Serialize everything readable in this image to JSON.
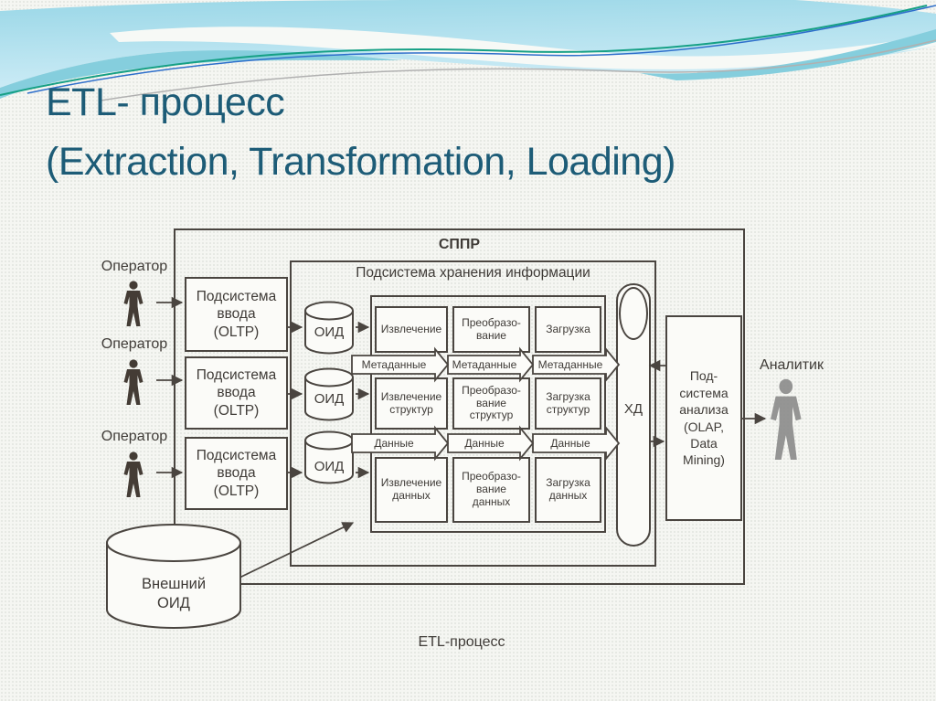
{
  "slide": {
    "title_line1": "ETL- процесс",
    "title_line2": "(Extraction, Transformation, Loading)",
    "caption": "ETL-процесс",
    "colors": {
      "title_text": "#1d5c77",
      "diagram_ink": "#4a4540",
      "wave_light_blue": "#b7e3f0",
      "wave_turquoise": "#85cedd",
      "wave_line_teal": "#16a085",
      "wave_line_blue": "#2e6fcb",
      "wave_line_gray": "#b0b0b0"
    }
  },
  "diagram": {
    "outer_label": "СППР",
    "storage_label": "Подсистема хранения информации",
    "warehouse_label": "ХД",
    "analyst_label": "Аналитик",
    "caption": "ETL-процесс",
    "operators": [
      {
        "label": "Оператор"
      },
      {
        "label": "Оператор"
      },
      {
        "label": "Оператор"
      }
    ],
    "oltp_boxes": [
      {
        "text": "Подсистема\nввода\n(OLTP)"
      },
      {
        "text": "Подсистема\nввода\n(OLTP)"
      },
      {
        "text": "Подсистема\nввода\n(OLTP)"
      }
    ],
    "oid_stores": [
      {
        "label": "ОИД"
      },
      {
        "label": "ОИД"
      },
      {
        "label": "ОИД"
      }
    ],
    "external_store": {
      "text": "Внешний\nОИД"
    },
    "grid": {
      "cells": [
        "Извлечение",
        "Преобразо-\nвание",
        "Загрузка",
        "Извлечение\nструктур",
        "Преобразо-\nвание\nструктур",
        "Загрузка\nструктур",
        "Извлечение\nданных",
        "Преобразо-\nвание\nданных",
        "Загрузка\nданных"
      ],
      "metadata_arrows": [
        "Метаданные",
        "Метаданные",
        "Метаданные"
      ],
      "data_arrows": [
        "Данные",
        "Данные",
        "Данные"
      ]
    },
    "analysis_box": {
      "text": "Под-\nсистема\nанализа\n(OLAP,\nData\nMining)"
    }
  }
}
